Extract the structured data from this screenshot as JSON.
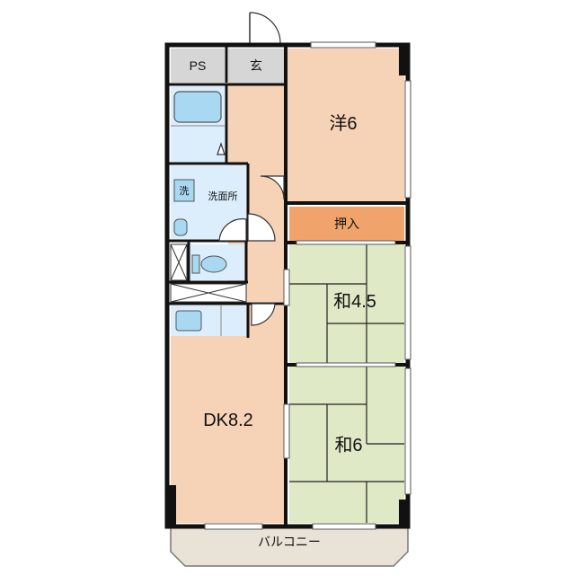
{
  "rooms": {
    "ps": "PS",
    "entrance": "玄",
    "western": "洋6",
    "closet": "押入",
    "washroom": "洗面所",
    "washer": "洗",
    "japanese_small": "和4.5",
    "dining_kitchen": "DK8.2",
    "japanese_large": "和6",
    "balcony": "バルコニー"
  },
  "colors": {
    "wood_floor": "#f6d2b6",
    "tatami": "#dfe9c6",
    "wet_area": "#dceefc",
    "fixture": "#a9d8f3",
    "closet": "#f0a46c",
    "utility": "#d6d6d6",
    "balcony": "#e9e2d6",
    "wall": "#111111"
  }
}
